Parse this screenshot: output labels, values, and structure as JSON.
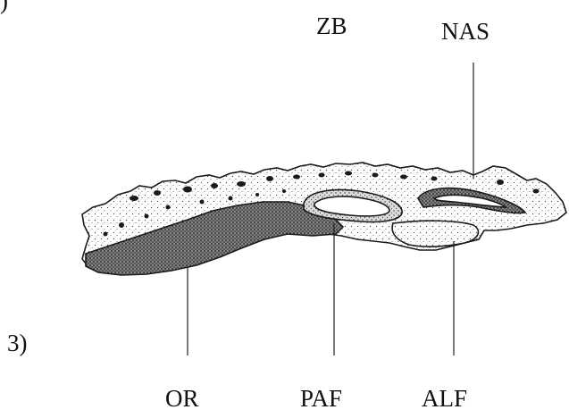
{
  "figure": {
    "panel_number": "3)",
    "top_corner_mark": ")",
    "labels": {
      "zb": "ZB",
      "nas": "NAS",
      "or": "OR",
      "paf": "PAF",
      "alf": "ALF"
    }
  }
}
